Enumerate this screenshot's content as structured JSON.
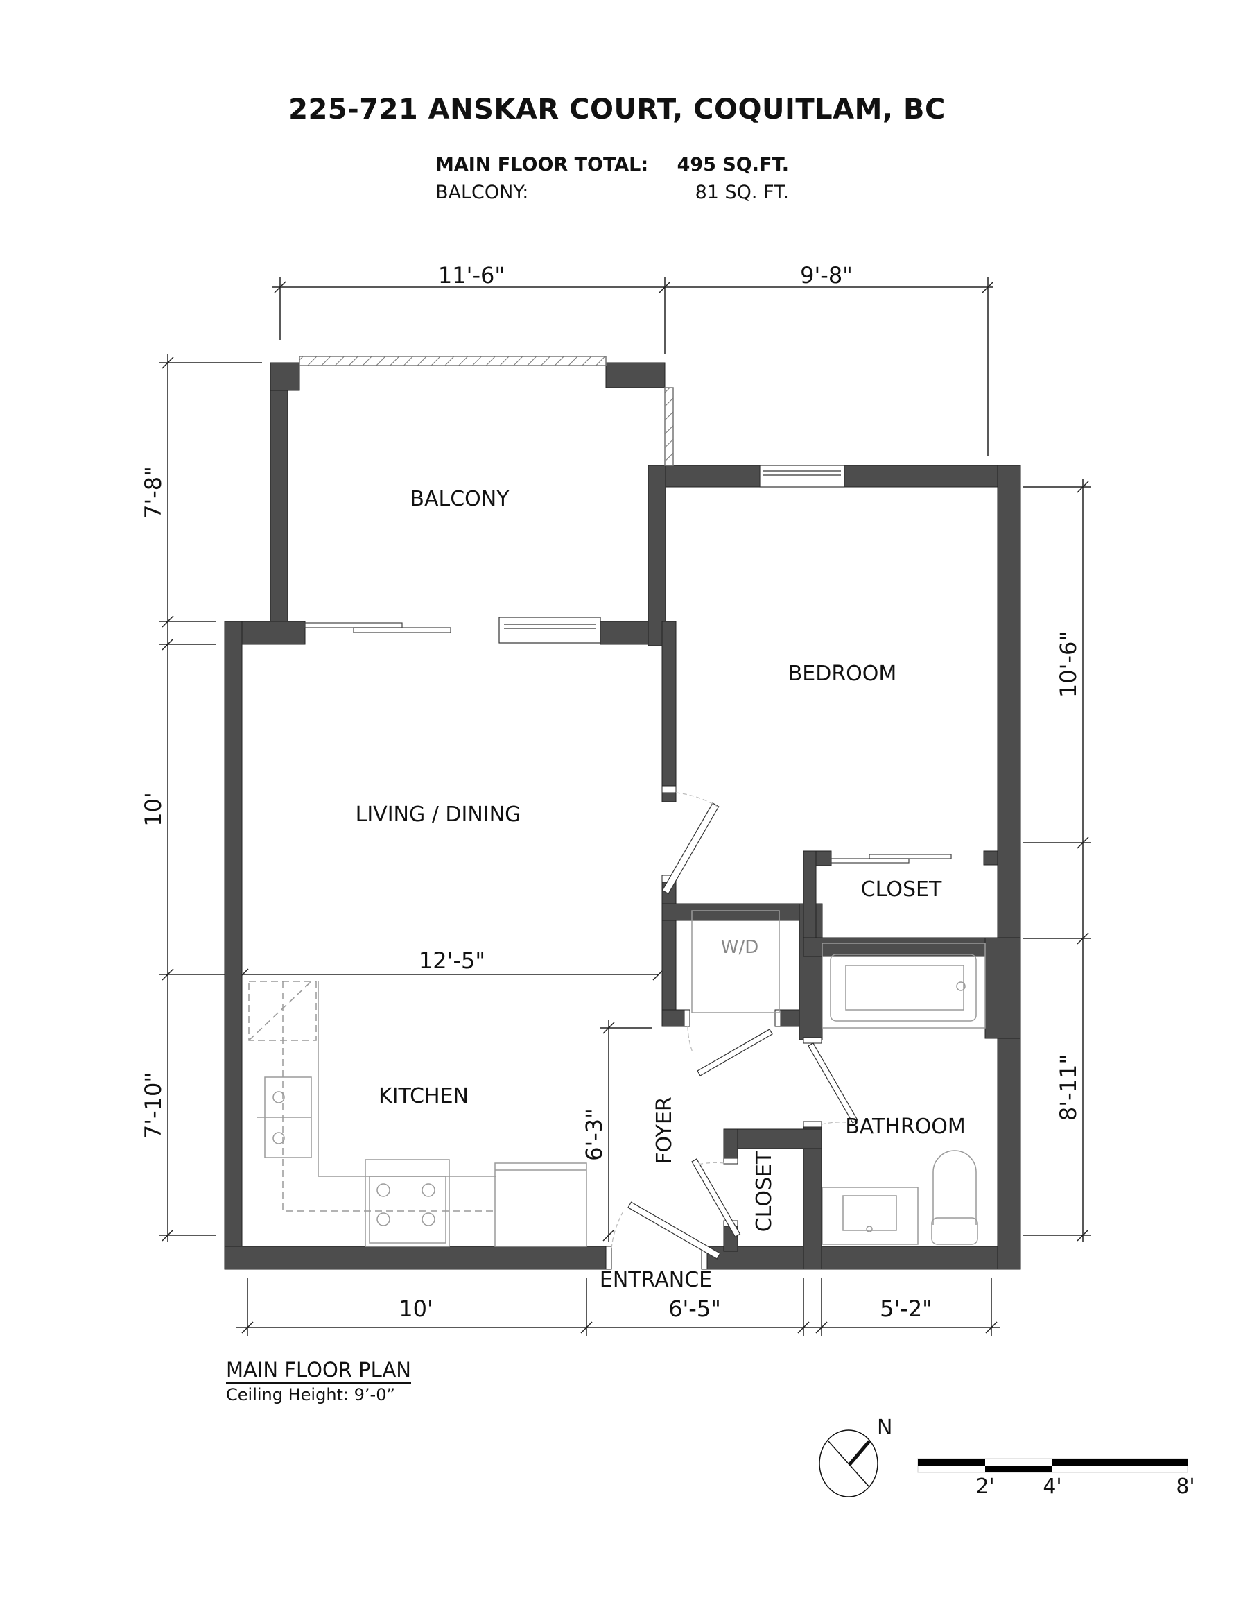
{
  "header": {
    "title": "225-721 ANSKAR COURT, COQUITLAM, BC",
    "stats": [
      {
        "label": "MAIN FLOOR TOTAL:",
        "value": "495 SQ.FT.",
        "bold": true
      },
      {
        "label": "BALCONY:",
        "value": "81 SQ. FT.",
        "bold": false
      }
    ]
  },
  "rooms": {
    "balcony": "BALCONY",
    "bedroom": "BEDROOM",
    "living": "LIVING / DINING",
    "kitchen": "KITCHEN",
    "closet_bedroom": "CLOSET",
    "wd": "W/D",
    "bathroom": "BATHROOM",
    "foyer": "FOYER",
    "closet_foyer": "CLOSET",
    "entrance": "ENTRANCE"
  },
  "dimensions": {
    "top_left": "11'-6\"",
    "top_right": "9'-8\"",
    "left_balcony": "7'-8\"",
    "left_living": "10'",
    "left_kitchen": "7'-10\"",
    "kitchen_width": "12'-5\"",
    "foyer_height": "6'-3\"",
    "right_bedroom": "10'-6\"",
    "right_bathroom": "8'-11\"",
    "bottom_left": "10'",
    "bottom_mid": "6'-5\"",
    "bottom_right": "5'-2\""
  },
  "footer": {
    "plan_title": "MAIN FLOOR PLAN",
    "ceiling": "Ceiling Height: 9’-0”",
    "compass_label": "N",
    "scale_labels": [
      "2'",
      "4'",
      "8'"
    ]
  },
  "colors": {
    "wall": "#4d4d4d",
    "fixture": "#9a9a9a",
    "line": "#222222"
  }
}
